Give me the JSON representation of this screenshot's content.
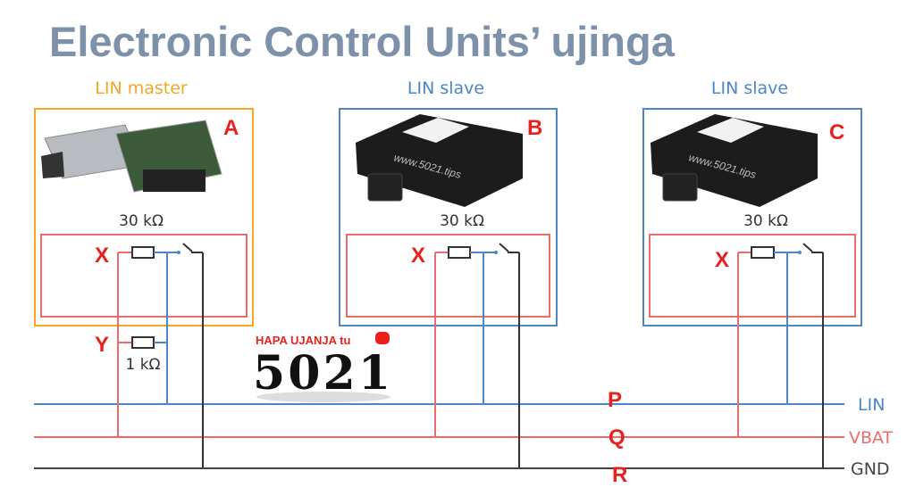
{
  "title": "Electronic Control Units’ ujinga",
  "units": [
    {
      "role": "LIN master",
      "letter": "A",
      "resistor": "30 kΩ",
      "node_label": "X"
    },
    {
      "role": "LIN slave",
      "letter": "B",
      "resistor": "30 kΩ",
      "node_label": "X",
      "watermark": "www.5021.tips"
    },
    {
      "role": "LIN slave",
      "letter": "C",
      "resistor": "30 kΩ",
      "node_label": "X",
      "watermark": "www.5021.tips"
    }
  ],
  "master_pullup": {
    "node_label": "Y",
    "resistor": "1 kΩ"
  },
  "buses": [
    {
      "name": "LIN",
      "marker": "P",
      "color": "#4a86c8"
    },
    {
      "name": "VBAT",
      "marker": "Q",
      "color": "#ef6b6b"
    },
    {
      "name": "GND",
      "marker": "R",
      "color": "#444444"
    }
  ],
  "logo": {
    "tagline": "HAPA UJANJA tu",
    "number": "5021"
  },
  "colors": {
    "master": "#f5a623",
    "slave": "#4a86c8",
    "inner": "#ef6b6b",
    "marker": "#e8211c"
  }
}
